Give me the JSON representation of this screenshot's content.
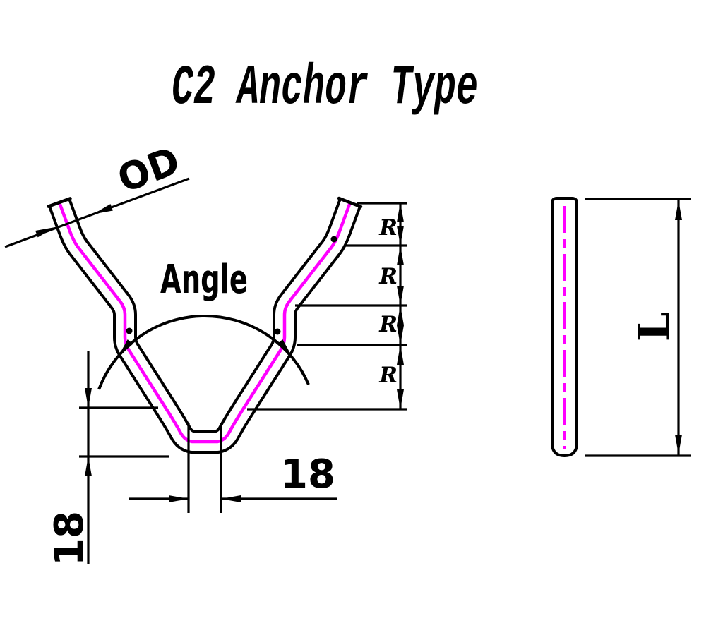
{
  "title": {
    "text": "C2 Anchor Type"
  },
  "colors": {
    "line": "#000000",
    "centerline": "#ff00ff",
    "background": "#ffffff"
  },
  "front_view": {
    "od_label": "OD",
    "angle_label": "Angle",
    "radius_labels": [
      "R",
      "R",
      "R",
      "R"
    ],
    "bottom_width_value": "18",
    "leg_height_value": "18"
  },
  "side_view": {
    "length_label": "L"
  }
}
